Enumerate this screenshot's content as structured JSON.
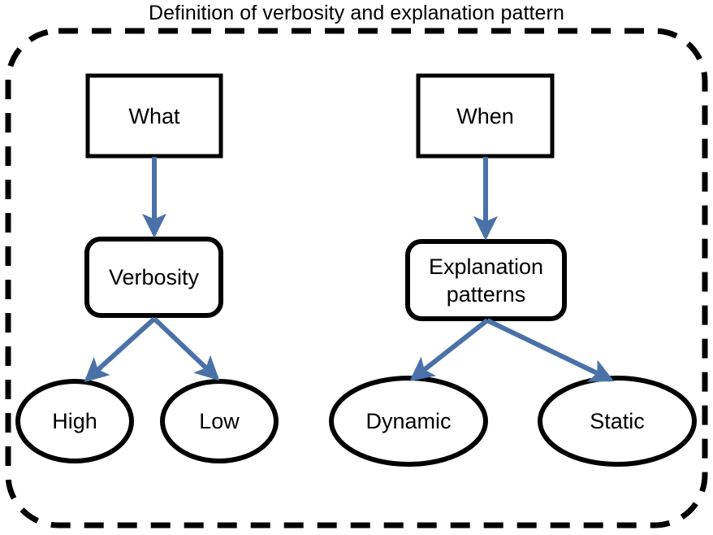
{
  "figure": {
    "title": "Definition of verbosity and explanation pattern",
    "container_style": "dashed-rounded-rectangle",
    "background_color": "#ffffff",
    "outline_color": "#000000",
    "node_outline_color": "#000000",
    "node_fill_color": "#ffffff",
    "arrow_color": "#4a72a8",
    "text_color": "#000000"
  },
  "nodes": [
    {
      "id": "what",
      "label": "What",
      "shape": "rectangle"
    },
    {
      "id": "when",
      "label": "When",
      "shape": "rectangle"
    },
    {
      "id": "verbosity",
      "label": "Verbosity",
      "shape": "rounded-rectangle"
    },
    {
      "id": "explanation-patterns",
      "label": "Explanation\npatterns",
      "shape": "rounded-rectangle"
    },
    {
      "id": "high",
      "label": "High",
      "shape": "ellipse"
    },
    {
      "id": "low",
      "label": "Low",
      "shape": "ellipse"
    },
    {
      "id": "dynamic",
      "label": "Dynamic",
      "shape": "ellipse"
    },
    {
      "id": "static",
      "label": "Static",
      "shape": "ellipse"
    }
  ],
  "edges": [
    {
      "from": "what",
      "to": "verbosity"
    },
    {
      "from": "when",
      "to": "explanation-patterns"
    },
    {
      "from": "verbosity",
      "to": "high"
    },
    {
      "from": "verbosity",
      "to": "low"
    },
    {
      "from": "explanation-patterns",
      "to": "dynamic"
    },
    {
      "from": "explanation-patterns",
      "to": "static"
    }
  ]
}
